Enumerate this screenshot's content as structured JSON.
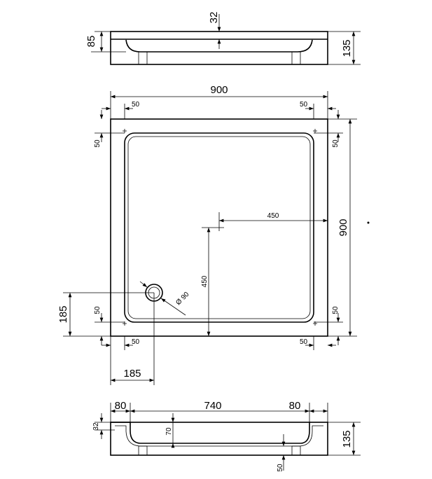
{
  "side_view_top": {
    "depth_rim": "32",
    "height_inner": "85",
    "height_total": "135"
  },
  "plan_view": {
    "width": "900",
    "depth": "900",
    "margin_top_left": "50",
    "margin_top_right": "50",
    "margin_left_top": "50",
    "margin_right_top": "50",
    "margin_left_bottom": "50",
    "margin_right_bottom": "50",
    "margin_bottom_left": "50",
    "margin_bottom_right": "50",
    "center_x": "450",
    "center_y": "450",
    "drain_diameter": "Ø 90",
    "drain_offset_y": "185",
    "drain_offset_x": "185"
  },
  "section_view": {
    "rim_left": "80",
    "inner_width": "740",
    "rim_right": "80",
    "rim_thickness": "32",
    "basin_depth": "70",
    "height_total": "135",
    "foot_height": "50"
  },
  "colors": {
    "line": "#000000",
    "background": "#ffffff"
  }
}
